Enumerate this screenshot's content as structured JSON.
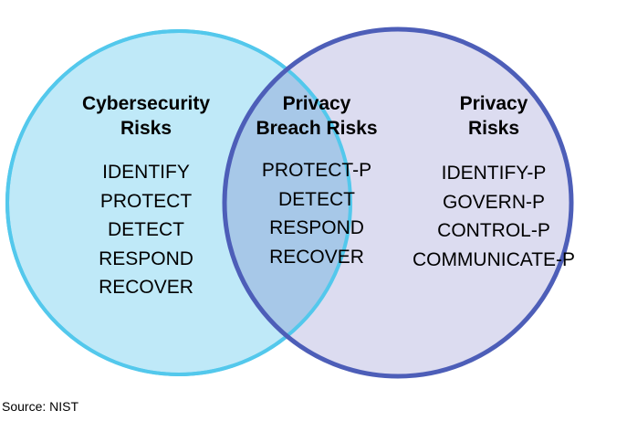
{
  "colors": {
    "left_fill": "#bfe9f8",
    "left_stroke": "#53c8ec",
    "right_fill": "#dcdcf0",
    "right_stroke": "#4d5eb8",
    "overlap_fill": "#a7c8e8"
  },
  "regions": {
    "left": {
      "heading": [
        "Cybersecurity",
        "Risks"
      ],
      "items": [
        "IDENTIFY",
        "PROTECT",
        "DETECT",
        "RESPOND",
        "RECOVER"
      ]
    },
    "middle": {
      "heading": [
        "Privacy",
        "Breach Risks"
      ],
      "items": [
        "PROTECT-P",
        "DETECT",
        "RESPOND",
        "RECOVER"
      ]
    },
    "right": {
      "heading": [
        "Privacy",
        "Risks"
      ],
      "items": [
        "IDENTIFY-P",
        "GOVERN-P",
        "CONTROL-P",
        "COMMUNICATE-P"
      ]
    }
  },
  "source": "Source: NIST"
}
